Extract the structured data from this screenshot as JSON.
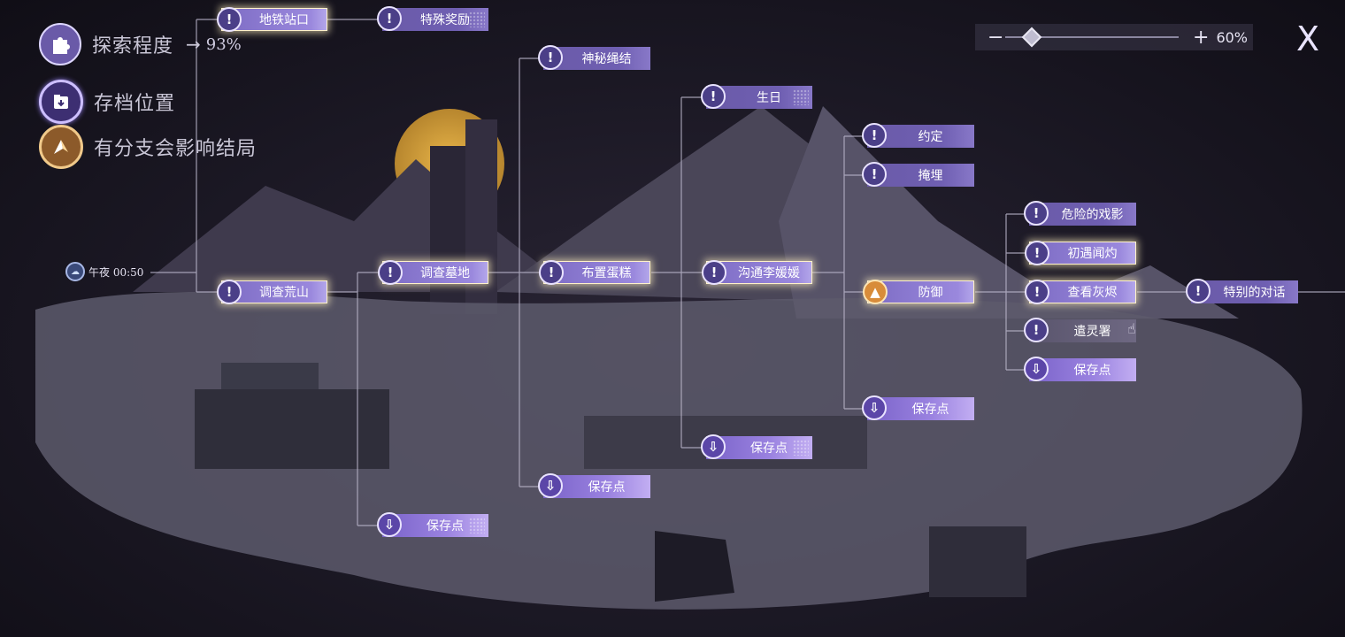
{
  "legend": {
    "progress_label": "探索程度",
    "progress_arrow": "→",
    "progress_value": "93%",
    "save_label": "存档位置",
    "branch_label": "有分支会影响结局"
  },
  "time": {
    "text": "午夜  00:50"
  },
  "zoom": {
    "minus": "−",
    "plus": "+",
    "value_label": "60%",
    "level": 0.12
  },
  "close": {
    "label": "X"
  },
  "nodes": {
    "subway_entrance": "地铁站口",
    "special_reward": "特殊奖励",
    "investigate_hill": "调查荒山",
    "investigate_graveyard": "调查墓地",
    "save_1": "保存点",
    "mysterious_knot": "神秘绳结",
    "arrange_cake": "布置蛋糕",
    "save_2": "保存点",
    "birthday": "生日",
    "talk_li": "沟通李媛媛",
    "save_3": "保存点",
    "promise": "约定",
    "bury": "掩埋",
    "defend": "防御",
    "save_4": "保存点",
    "dangerous_play": "危险的戏影",
    "first_meet": "初遇闻灼",
    "check_ashes": "查看灰烬",
    "spirit_bureau": "遣灵署",
    "save_5": "保存点",
    "special_dialogue": "特别的对话"
  },
  "colors": {
    "node": "#6f5fb2",
    "save": "#9a82e0",
    "branch": "#d88c3a",
    "glow": "#fff2c8",
    "locked": "#6e6882"
  }
}
